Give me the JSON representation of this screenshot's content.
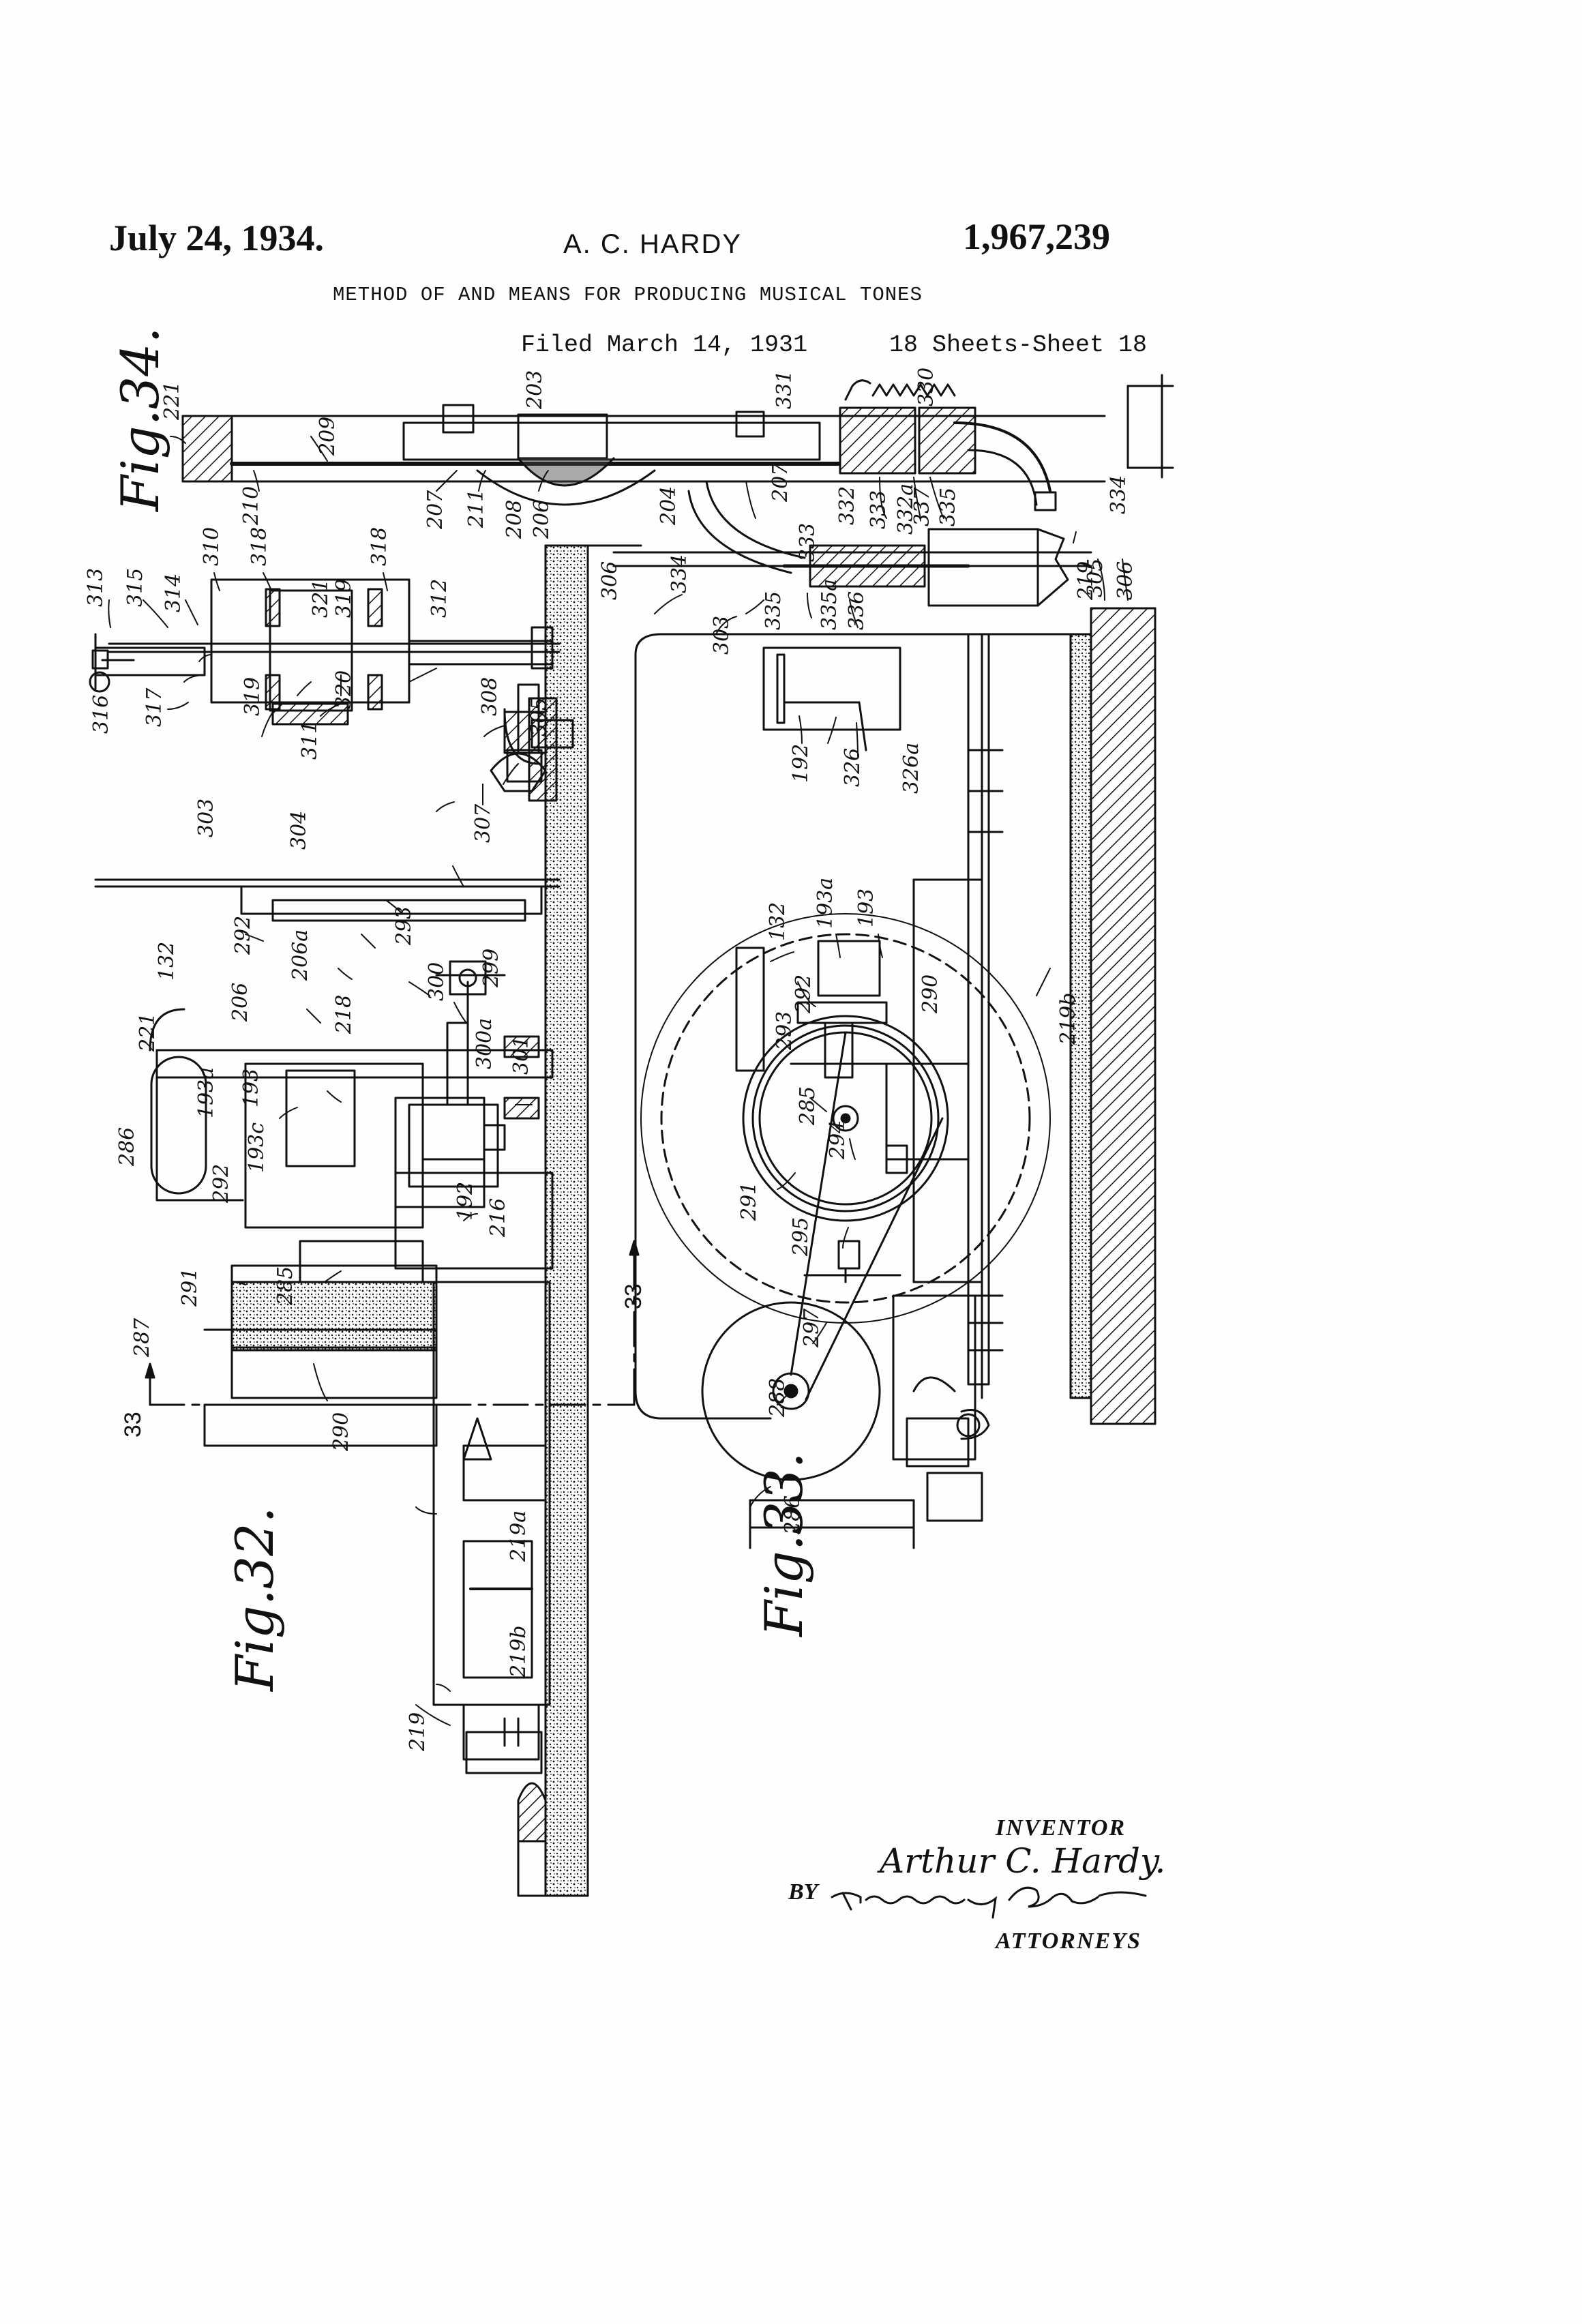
{
  "header": {
    "date": "July 24, 1934.",
    "inventor": "A. C. HARDY",
    "patent_number": "1,967,239",
    "title": "METHOD OF AND MEANS FOR PRODUCING MUSICAL TONES",
    "filed": "Filed March 14, 1931",
    "sheets": "18 Sheets-Sheet 18"
  },
  "figures": {
    "fig32": "Fig.32.",
    "fig33": "Fig.33.",
    "fig34": "Fig.34."
  },
  "section_marks": {
    "left": "33",
    "center": "33"
  },
  "reference_numerals": {
    "n221": "221",
    "n209": "209",
    "n210": "210",
    "n207": "207",
    "n211": "211",
    "n208": "208",
    "n206": "206",
    "n203": "203",
    "n204": "204",
    "n207b": "207",
    "n331": "331",
    "n330": "330",
    "n332": "332",
    "n333": "333",
    "n332a": "332a",
    "n337": "337",
    "n335": "335",
    "n334": "334",
    "n219": "219",
    "n334b": "334",
    "n333b": "333",
    "n335b": "335",
    "n335a": "335a",
    "n336": "336",
    "n305": "305",
    "n306": "306",
    "n306b": "306",
    "n303": "303",
    "n192": "192",
    "n326": "326",
    "n326a": "326a",
    "n132": "132",
    "n193a": "193a",
    "n193": "193",
    "n292": "292",
    "n290": "290",
    "n293": "293",
    "n285": "285",
    "n294": "294",
    "n291": "291",
    "n295": "295",
    "n297": "297",
    "n288": "288",
    "n286": "286",
    "n219b": "219b",
    "n313": "313",
    "n315": "315",
    "n314": "314",
    "n310": "310",
    "n318": "318",
    "n318b": "318",
    "n321": "321",
    "n319": "319",
    "n312": "312",
    "n316": "316",
    "n317": "317",
    "n319b": "319",
    "n320": "320",
    "n311": "311",
    "n308": "308",
    "n305b": "305",
    "n307": "307",
    "n303b": "303",
    "n304": "304",
    "n292b": "292",
    "n206a": "206a",
    "n293b": "293",
    "n132b": "132",
    "n206b": "206",
    "n218": "218",
    "n300": "300",
    "n299": "299",
    "n221b": "221",
    "n300a": "300a",
    "n301": "301",
    "n193ab": "193a",
    "n193b": "193",
    "n286b": "286",
    "n193c": "193c",
    "n292c": "292",
    "n192b": "192",
    "n216": "216",
    "n285b": "285",
    "n291b": "291",
    "n287": "287",
    "n290b": "290",
    "n219a": "219a",
    "n219bb": "219b",
    "n219c": "219"
  },
  "signature": {
    "inventor_label": "INVENTOR",
    "inventor_name": "Arthur C. Hardy.",
    "by_label": "BY",
    "attorneys_label": "ATTORNEYS"
  }
}
